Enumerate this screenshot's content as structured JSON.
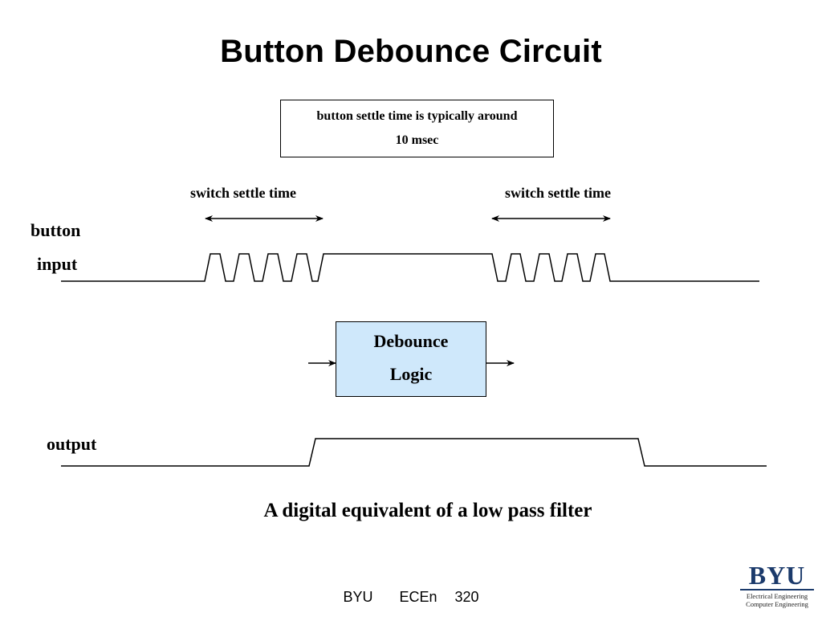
{
  "title": "Button Debounce Circuit",
  "note": {
    "line1": "button settle time is typically around",
    "line2": "10 msec"
  },
  "settle_labels": {
    "left": "switch settle time",
    "right": "switch settle time"
  },
  "signal_labels": {
    "button": "button",
    "input": "input",
    "output": "output"
  },
  "block": {
    "line1": "Debounce",
    "line2": "Logic",
    "fill": "#cfe8fb"
  },
  "caption": "A digital equivalent of a low pass filter",
  "footer": "BYU   ECEn  320",
  "logo": {
    "mark": "BYU",
    "line1": "Electrical Engineering",
    "line2": "Computer Engineering",
    "color": "#1b3a6b"
  }
}
